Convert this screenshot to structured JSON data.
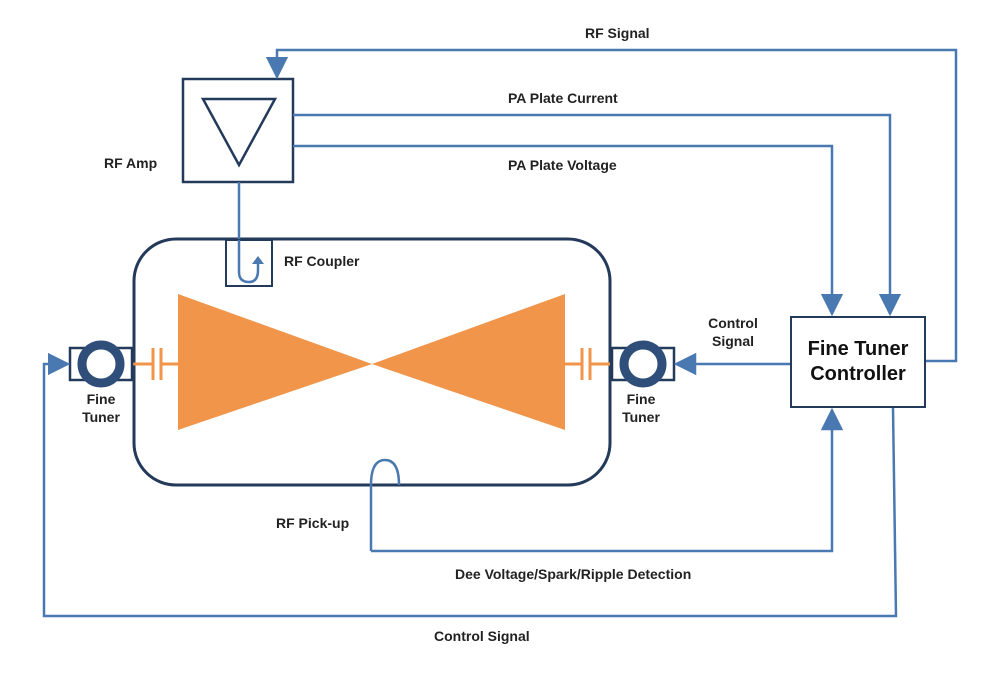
{
  "labels": {
    "rf_signal": "RF Signal",
    "pa_plate_current": "PA Plate Current",
    "pa_plate_voltage": "PA Plate Voltage",
    "rf_amp": "RF Amp",
    "rf_coupler": "RF Coupler",
    "control_signal_right_line1": "Control",
    "control_signal_right_line2": "Signal",
    "fine_tuner_left_line1": "Fine",
    "fine_tuner_left_line2": "Tuner",
    "fine_tuner_right_line1": "Fine",
    "fine_tuner_right_line2": "Tuner",
    "rf_pickup": "RF Pick-up",
    "dee_voltage": "Dee Voltage/Spark/Ripple  Detection",
    "control_signal_bottom": "Control  Signal",
    "controller_line1": "Fine Tuner",
    "controller_line2": "Controller"
  },
  "colors": {
    "signal_line": "#4a78b0",
    "box_border": "#243a5a",
    "dee": "#f0954a",
    "tuner_ring": "#2f4f7a"
  },
  "icons": {
    "rf_amp": "triangle-amplifier-icon",
    "fine_tuner": "ring-tuner-icon",
    "capacitor": "capacitor-icon",
    "rf_coupler": "loop-coupler-icon"
  }
}
